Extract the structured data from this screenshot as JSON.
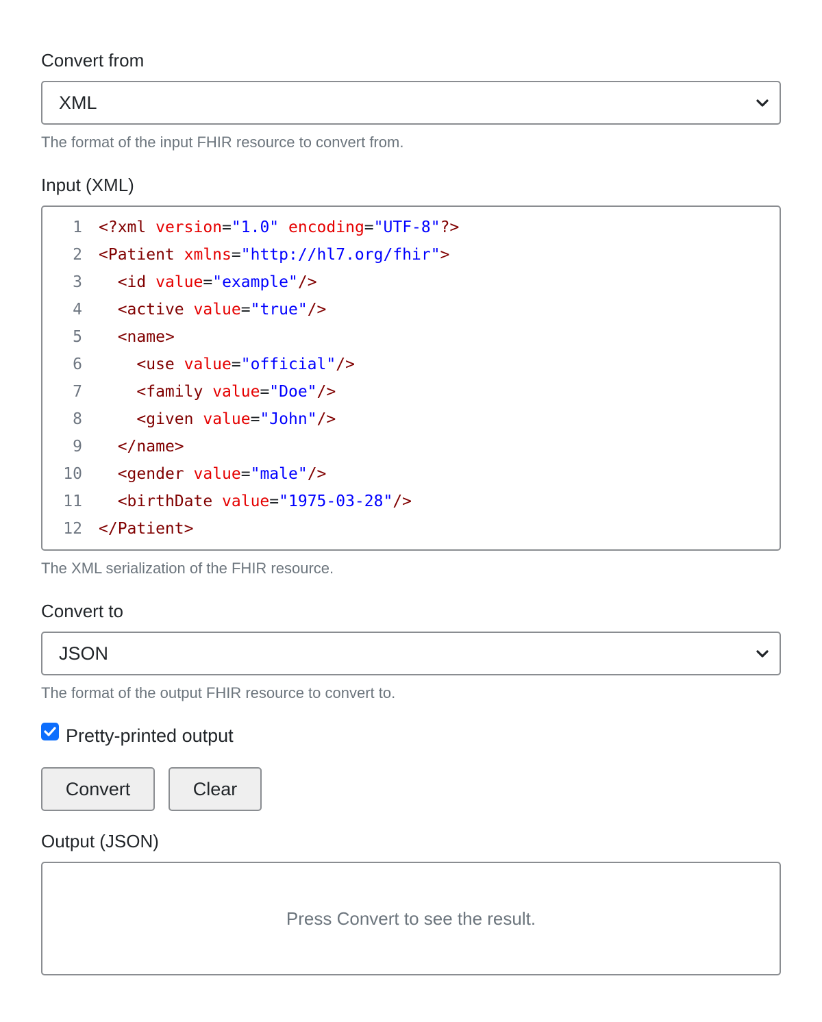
{
  "convert_from": {
    "label": "Convert from",
    "selected": "XML",
    "hint": "The format of the input FHIR resource to convert from."
  },
  "input": {
    "label": "Input (XML)",
    "hint": "The XML serialization of the FHIR resource.",
    "lines": [
      {
        "num": "1",
        "tokens": [
          {
            "t": "tag",
            "s": "<?xml"
          },
          {
            "t": "punc",
            "s": " "
          },
          {
            "t": "attr",
            "s": "version"
          },
          {
            "t": "punc",
            "s": "="
          },
          {
            "t": "val",
            "s": "\"1.0\""
          },
          {
            "t": "punc",
            "s": " "
          },
          {
            "t": "attr",
            "s": "encoding"
          },
          {
            "t": "punc",
            "s": "="
          },
          {
            "t": "val",
            "s": "\"UTF-8\""
          },
          {
            "t": "tag",
            "s": "?>"
          }
        ]
      },
      {
        "num": "2",
        "tokens": [
          {
            "t": "tag",
            "s": "<Patient"
          },
          {
            "t": "punc",
            "s": " "
          },
          {
            "t": "attr",
            "s": "xmlns"
          },
          {
            "t": "punc",
            "s": "="
          },
          {
            "t": "val",
            "s": "\"http://hl7.org/fhir\""
          },
          {
            "t": "tag",
            "s": ">"
          }
        ]
      },
      {
        "num": "3",
        "tokens": [
          {
            "t": "punc",
            "s": "  "
          },
          {
            "t": "tag",
            "s": "<id"
          },
          {
            "t": "punc",
            "s": " "
          },
          {
            "t": "attr",
            "s": "value"
          },
          {
            "t": "punc",
            "s": "="
          },
          {
            "t": "val",
            "s": "\"example\""
          },
          {
            "t": "tag",
            "s": "/>"
          }
        ]
      },
      {
        "num": "4",
        "tokens": [
          {
            "t": "punc",
            "s": "  "
          },
          {
            "t": "tag",
            "s": "<active"
          },
          {
            "t": "punc",
            "s": " "
          },
          {
            "t": "attr",
            "s": "value"
          },
          {
            "t": "punc",
            "s": "="
          },
          {
            "t": "val",
            "s": "\"true\""
          },
          {
            "t": "tag",
            "s": "/>"
          }
        ]
      },
      {
        "num": "5",
        "tokens": [
          {
            "t": "punc",
            "s": "  "
          },
          {
            "t": "tag",
            "s": "<name>"
          }
        ]
      },
      {
        "num": "6",
        "tokens": [
          {
            "t": "punc",
            "s": "    "
          },
          {
            "t": "tag",
            "s": "<use"
          },
          {
            "t": "punc",
            "s": " "
          },
          {
            "t": "attr",
            "s": "value"
          },
          {
            "t": "punc",
            "s": "="
          },
          {
            "t": "val",
            "s": "\"official\""
          },
          {
            "t": "tag",
            "s": "/>"
          }
        ]
      },
      {
        "num": "7",
        "tokens": [
          {
            "t": "punc",
            "s": "    "
          },
          {
            "t": "tag",
            "s": "<family"
          },
          {
            "t": "punc",
            "s": " "
          },
          {
            "t": "attr",
            "s": "value"
          },
          {
            "t": "punc",
            "s": "="
          },
          {
            "t": "val",
            "s": "\"Doe\""
          },
          {
            "t": "tag",
            "s": "/>"
          }
        ]
      },
      {
        "num": "8",
        "tokens": [
          {
            "t": "punc",
            "s": "    "
          },
          {
            "t": "tag",
            "s": "<given"
          },
          {
            "t": "punc",
            "s": " "
          },
          {
            "t": "attr",
            "s": "value"
          },
          {
            "t": "punc",
            "s": "="
          },
          {
            "t": "val",
            "s": "\"John\""
          },
          {
            "t": "tag",
            "s": "/>"
          }
        ]
      },
      {
        "num": "9",
        "tokens": [
          {
            "t": "punc",
            "s": "  "
          },
          {
            "t": "tag",
            "s": "</name>"
          }
        ]
      },
      {
        "num": "10",
        "tokens": [
          {
            "t": "punc",
            "s": "  "
          },
          {
            "t": "tag",
            "s": "<gender"
          },
          {
            "t": "punc",
            "s": " "
          },
          {
            "t": "attr",
            "s": "value"
          },
          {
            "t": "punc",
            "s": "="
          },
          {
            "t": "val",
            "s": "\"male\""
          },
          {
            "t": "tag",
            "s": "/>"
          }
        ]
      },
      {
        "num": "11",
        "tokens": [
          {
            "t": "punc",
            "s": "  "
          },
          {
            "t": "tag",
            "s": "<birthDate"
          },
          {
            "t": "punc",
            "s": " "
          },
          {
            "t": "attr",
            "s": "value"
          },
          {
            "t": "punc",
            "s": "="
          },
          {
            "t": "val",
            "s": "\"1975-03-28\""
          },
          {
            "t": "tag",
            "s": "/>"
          }
        ]
      },
      {
        "num": "12",
        "tokens": [
          {
            "t": "tag",
            "s": "</Patient>"
          }
        ]
      }
    ]
  },
  "convert_to": {
    "label": "Convert to",
    "selected": "JSON",
    "hint": "The format of the output FHIR resource to convert to."
  },
  "pretty": {
    "label": "Pretty-printed output",
    "checked": true
  },
  "buttons": {
    "convert": "Convert",
    "clear": "Clear"
  },
  "output": {
    "label": "Output (JSON)",
    "placeholder": "Press Convert to see the result."
  },
  "colors": {
    "tag": "#800000",
    "attr": "#e50000",
    "value": "#0000ff",
    "checkbox": "#0d6efd",
    "hint": "#6c757d"
  },
  "icons": {
    "select_chevron": "chevron-down-icon",
    "checkbox_mark": "check-icon"
  }
}
